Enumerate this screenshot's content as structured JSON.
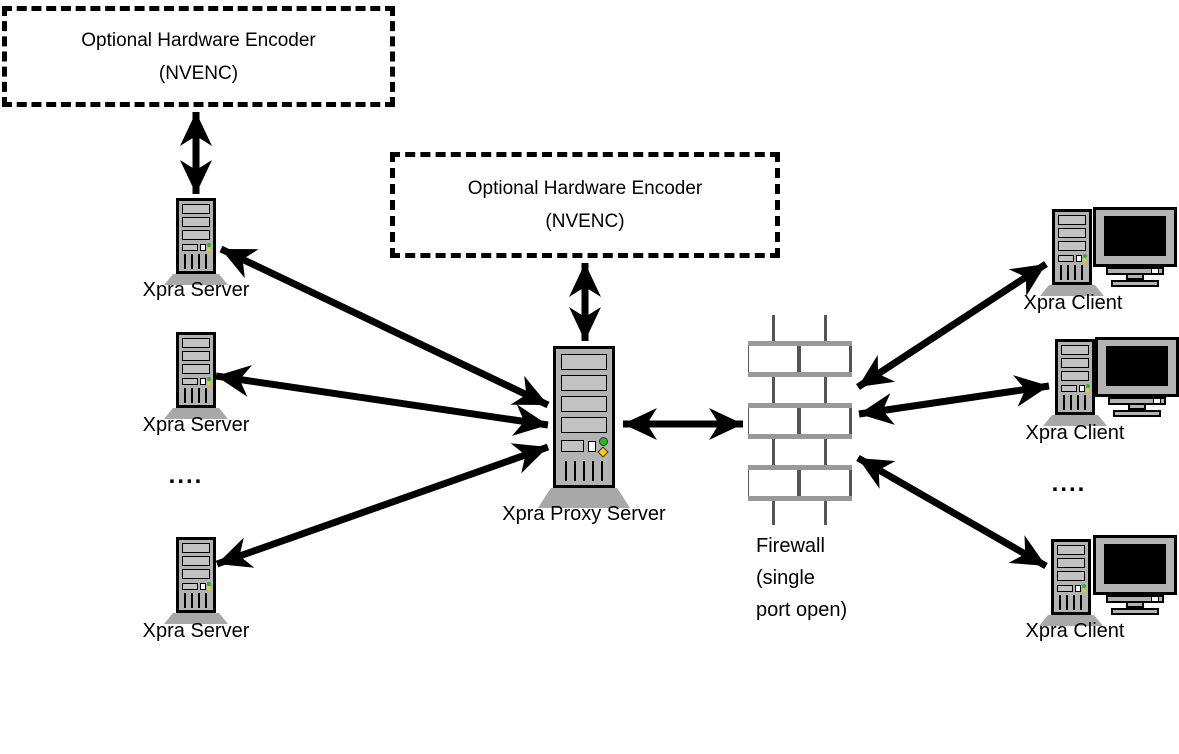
{
  "encoders": {
    "top": {
      "line1": "Optional Hardware Encoder",
      "line2": "(NVENC)"
    },
    "middle": {
      "line1": "Optional Hardware Encoder",
      "line2": "(NVENC)"
    }
  },
  "servers": {
    "items": [
      {
        "label": "Xpra Server"
      },
      {
        "label": "Xpra Server"
      },
      {
        "label": "Xpra Server"
      }
    ],
    "ellipsis": "...."
  },
  "proxy": {
    "label": "Xpra Proxy Server"
  },
  "firewall": {
    "label_line1": "Firewall",
    "label_line2": "(single",
    "label_line3": "port open)"
  },
  "clients": {
    "items": [
      {
        "label": "Xpra Client"
      },
      {
        "label": "Xpra Client"
      },
      {
        "label": "Xpra Client"
      }
    ],
    "ellipsis": "...."
  },
  "colors": {
    "line": "#000000",
    "device_gray": "#b3b3b3",
    "slat_gray": "#c2c2c2",
    "base_gray": "#a8a8a8",
    "led_green": "#22bb22",
    "led_yellow": "#ffcc00",
    "brick_white": "#ffffff",
    "mortar_gray": "#999999",
    "joint_gray": "#555555"
  }
}
